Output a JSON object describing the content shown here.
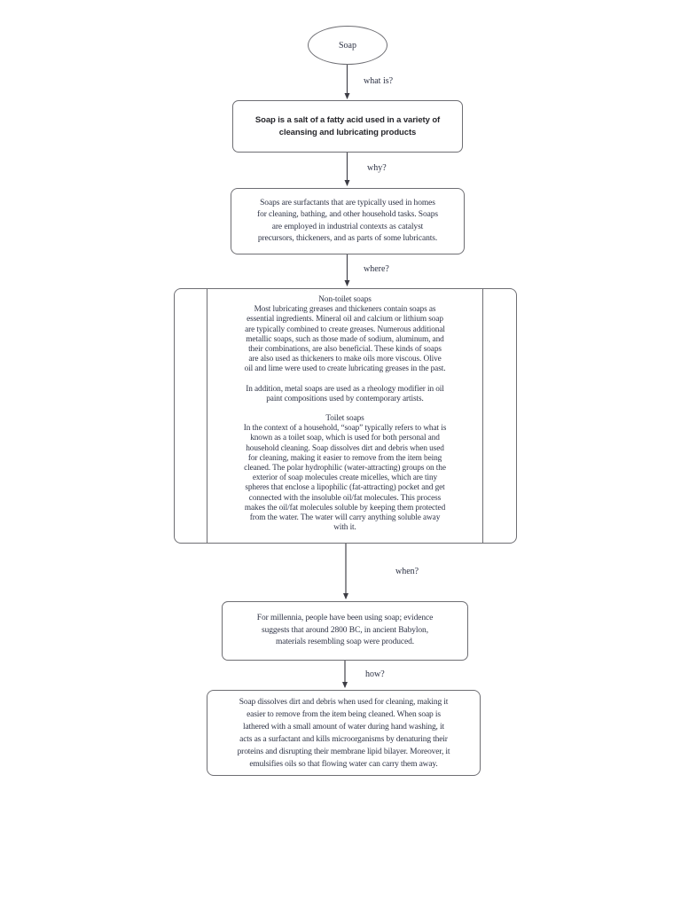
{
  "colors": {
    "background": "#ffffff",
    "border": "#6e6e73",
    "text": "#2e3345",
    "arrow": "#46464e"
  },
  "diagram": {
    "root": {
      "label": "Soap"
    },
    "edges": [
      {
        "label": "what is?"
      },
      {
        "label": "why?"
      },
      {
        "label": "where?"
      },
      {
        "label": "when?"
      },
      {
        "label": "how?"
      }
    ],
    "nodes": {
      "what_is": {
        "text": "Soap is a salt of a fatty acid used in a variety of\ncleansing and lubricating products"
      },
      "why": {
        "text": "Soaps are surfactants that are typically used in homes\nfor cleaning, bathing, and other household tasks. Soaps\nare employed in industrial contexts as catalyst\nprecursors, thickeners, and as parts of some lubricants."
      },
      "where": {
        "section1": {
          "title": "Non-toilet soaps",
          "body": "Most lubricating greases and thickeners contain soaps as\nessential ingredients. Mineral oil and calcium or lithium soap\nare typically combined to create greases. Numerous additional\nmetallic soaps, such as those made of sodium, aluminum, and\ntheir combinations, are also beneficial. These kinds of soaps\nare also used as thickeners to make oils more viscous. Olive\noil and lime were used to create lubricating greases in the past.",
          "note": "In addition, metal soaps are used as a rheology modifier in oil\npaint compositions used by contemporary artists."
        },
        "section2": {
          "title": "Toilet soaps",
          "body": "In the context of a household, “soap” typically refers to what is\nknown as a toilet soap, which is used for both personal and\nhousehold cleaning. Soap dissolves dirt and debris when used\nfor cleaning, making it easier to remove from the item being\ncleaned. The polar hydrophilic (water-attracting) groups on the\nexterior of soap molecules create micelles, which are tiny\nspheres that enclose a lipophilic (fat-attracting) pocket and get\nconnected with the insoluble oil/fat molecules. This process\nmakes the oil/fat molecules soluble by keeping them protected\nfrom the water. The water will carry anything soluble away\nwith it."
        }
      },
      "when": {
        "text": "For millennia, people have been using soap; evidence\nsuggests that around 2800 BC, in ancient Babylon,\nmaterials resembling soap were produced."
      },
      "how": {
        "text": "Soap dissolves dirt and debris when used for cleaning, making it\neasier to remove from the item being cleaned. When soap is\nlathered with a small amount of water during hand washing, it\nacts as a surfactant and kills microorganisms by denaturing their\nproteins and disrupting their membrane lipid bilayer. Moreover, it\nemulsifies oils so that flowing water can carry them away."
      }
    }
  }
}
